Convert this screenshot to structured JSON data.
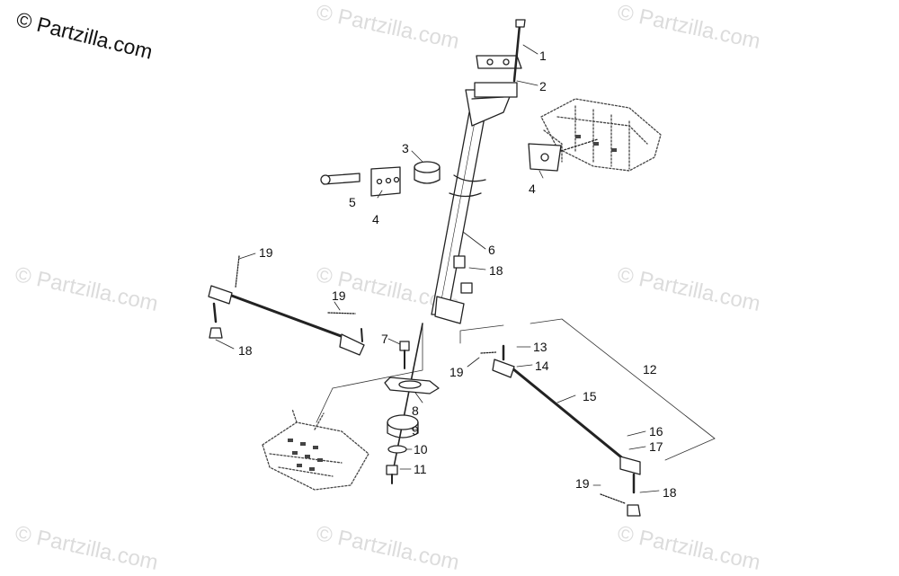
{
  "brand": "© Partzilla.com",
  "watermark": "© Partzilla.com",
  "colors": {
    "line": "#222222",
    "shade": "#555555",
    "watermark": "#dcdcdc"
  },
  "callouts": [
    "1",
    "2",
    "3",
    "4",
    "5",
    "4",
    "6",
    "18",
    "19",
    "19",
    "18",
    "7",
    "8",
    "9",
    "10",
    "11",
    "13",
    "19",
    "14",
    "12",
    "15",
    "16",
    "17",
    "19",
    "18"
  ]
}
